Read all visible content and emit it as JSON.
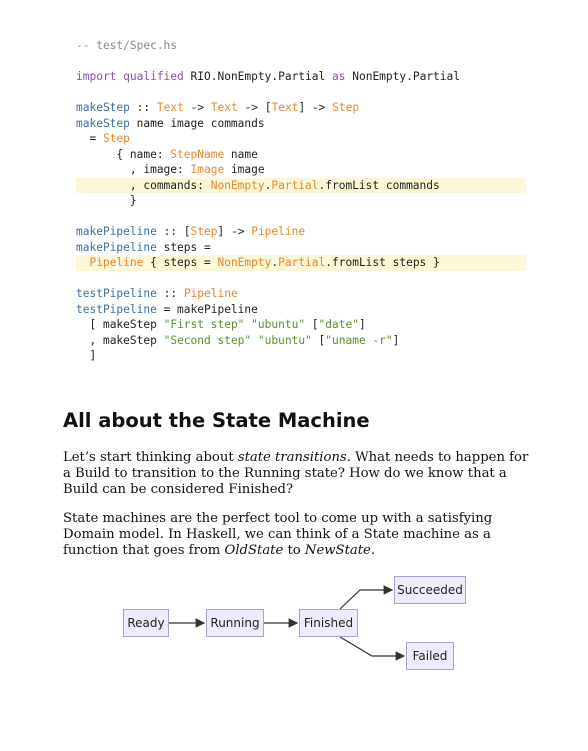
{
  "code": {
    "comment": "-- test/Spec.hs",
    "import_kw": "import qualified",
    "import_mod": "RIO.NonEmpty.Partial",
    "import_as": "as",
    "import_alias": "NonEmpty.Partial",
    "makeStep": "makeStep",
    "makePipeline": "makePipeline",
    "testPipeline": "testPipeline",
    "text_type": "Text",
    "step_type": "Step",
    "pipeline_type": "Pipeline",
    "stepname_type": "StepName",
    "image_type": "Image",
    "nonempty": "NonEmpty",
    "partial": "Partial",
    "arrow": "->",
    "dcolon": "::",
    "make_step_args": "name image commands",
    "steps_arg": "steps",
    "first_step": "\"First step\"",
    "second_step": "\"Second step\"",
    "ubuntu": "\"ubuntu\"",
    "date_cmd": "\"date\"",
    "uname_cmd": "\"uname -r\""
  },
  "section": {
    "heading": "All about the State Machine",
    "p1_before": "Let’s start thinking about ",
    "p1_em": "state transitions",
    "p1_after": ". What needs to happen for a Build to transition to the Running state? How do we know that a Build can be considered Finished?",
    "p2_before": "State machines are the perfect tool to come up with a satisfying Domain model. In Haskell, we can think of a State machine as a function that goes from ",
    "p2_em1": "OldState",
    "p2_mid": " to ",
    "p2_em2": "NewState",
    "p2_end": "."
  },
  "diagram": {
    "ready": "Ready",
    "running": "Running",
    "finished": "Finished",
    "succeeded": "Succeeded",
    "failed": "Failed"
  }
}
